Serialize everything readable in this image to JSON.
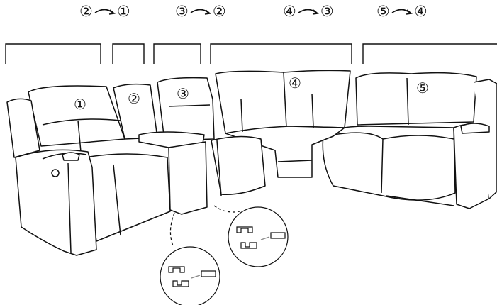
{
  "assembly_order": [
    {
      "from": "②",
      "to": "①"
    },
    {
      "from": "③",
      "to": "②"
    },
    {
      "from": "④",
      "to": "③"
    },
    {
      "from": "⑤",
      "to": "④"
    }
  ],
  "section_labels": [
    "①",
    "②",
    "③",
    "④",
    "⑤"
  ]
}
